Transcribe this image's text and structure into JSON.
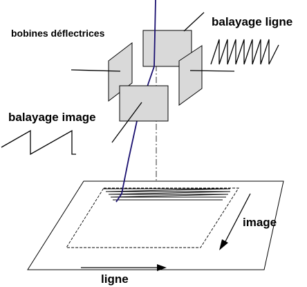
{
  "labels": {
    "deflection_coils": "bobines déflectrices",
    "line_scan": "balayage ligne",
    "frame_scan": "balayage image",
    "frame_direction": "image",
    "line_direction": "ligne"
  },
  "colors": {
    "plate_fill": "#d9d9d9",
    "beam": "#1a1070",
    "stroke": "#000000"
  }
}
